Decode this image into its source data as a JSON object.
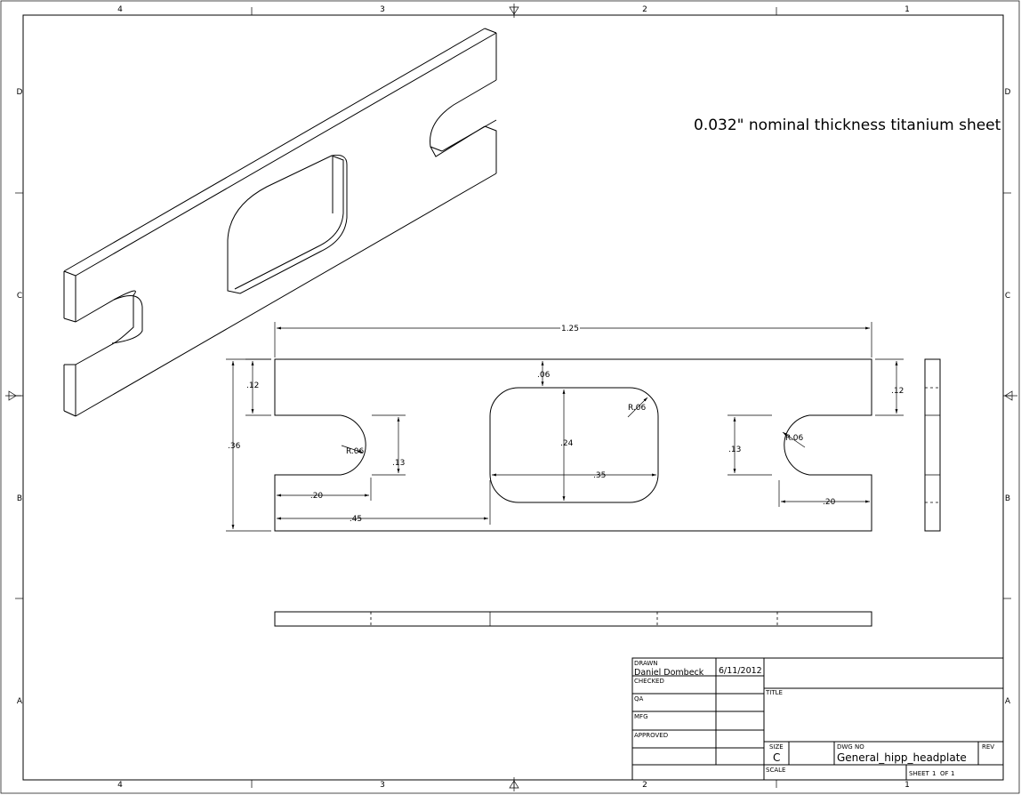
{
  "zones": {
    "columns": [
      "4",
      "3",
      "2",
      "1"
    ],
    "rows": [
      "D",
      "C",
      "B",
      "A"
    ]
  },
  "note": "0.032\" nominal thickness titanium sheet",
  "dimensions": {
    "overall_width": "1.25",
    "top_margin_left": ".12",
    "top_margin_right": ".12",
    "overall_height": ".36",
    "slot_radius_left": "R.06",
    "slot_width_left": ".13",
    "slot_depth_left": ".20",
    "window_offset": ".45",
    "window_top_margin": ".06",
    "window_height": ".24",
    "window_width": ".35",
    "window_radius": "R.06",
    "slot_width_right": ".13",
    "slot_radius_right": "R.06",
    "slot_depth_right": ".20"
  },
  "title_block": {
    "drawn_label": "DRAWN",
    "drawn_by": "Daniel Dombeck",
    "drawn_date": "6/11/2012",
    "checked_label": "CHECKED",
    "qa_label": "QA",
    "mfg_label": "MFG",
    "approved_label": "APPROVED",
    "title_label": "TITLE",
    "size_label": "SIZE",
    "size_value": "C",
    "dwg_no_label": "DWG NO",
    "dwg_no_value": "General_hipp_headplate",
    "rev_label": "REV",
    "scale_label": "SCALE",
    "sheet_label": "SHEET",
    "sheet_number": "1",
    "sheet_of_label": "OF",
    "sheet_total": "1"
  }
}
